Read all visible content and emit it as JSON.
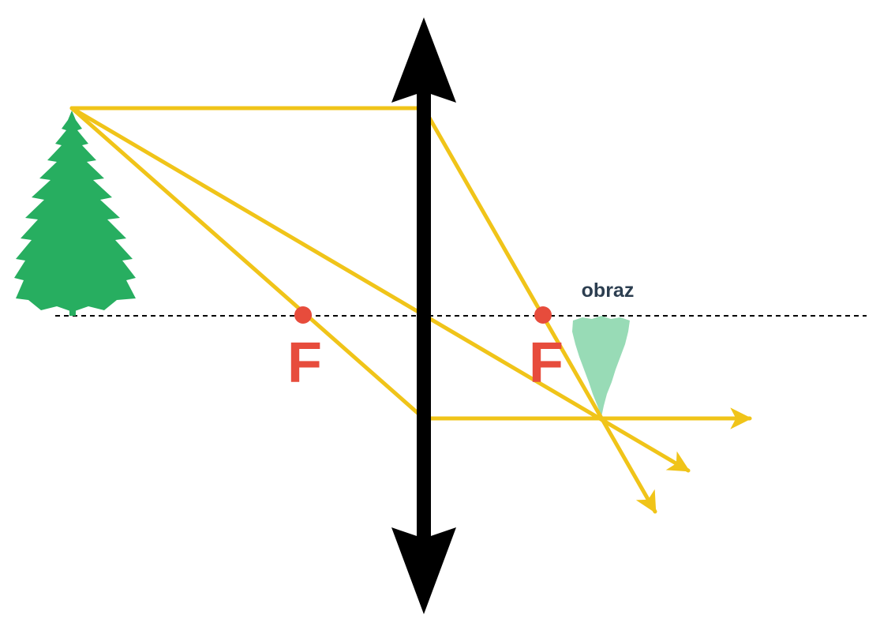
{
  "labels": {
    "focal_left": "F",
    "focal_right": "F",
    "image": "obraz"
  },
  "colors": {
    "ray": "#f0c419",
    "lens": "#000000",
    "axis": "#000000",
    "focal": "#e74c3c",
    "object_tree": "#27ae60",
    "image_tree": "#98dbb6",
    "image_label": "#2c3e50"
  },
  "icons": {
    "object": "tree-icon",
    "image": "inverted-tree-icon",
    "lens": "double-arrow-icon"
  }
}
